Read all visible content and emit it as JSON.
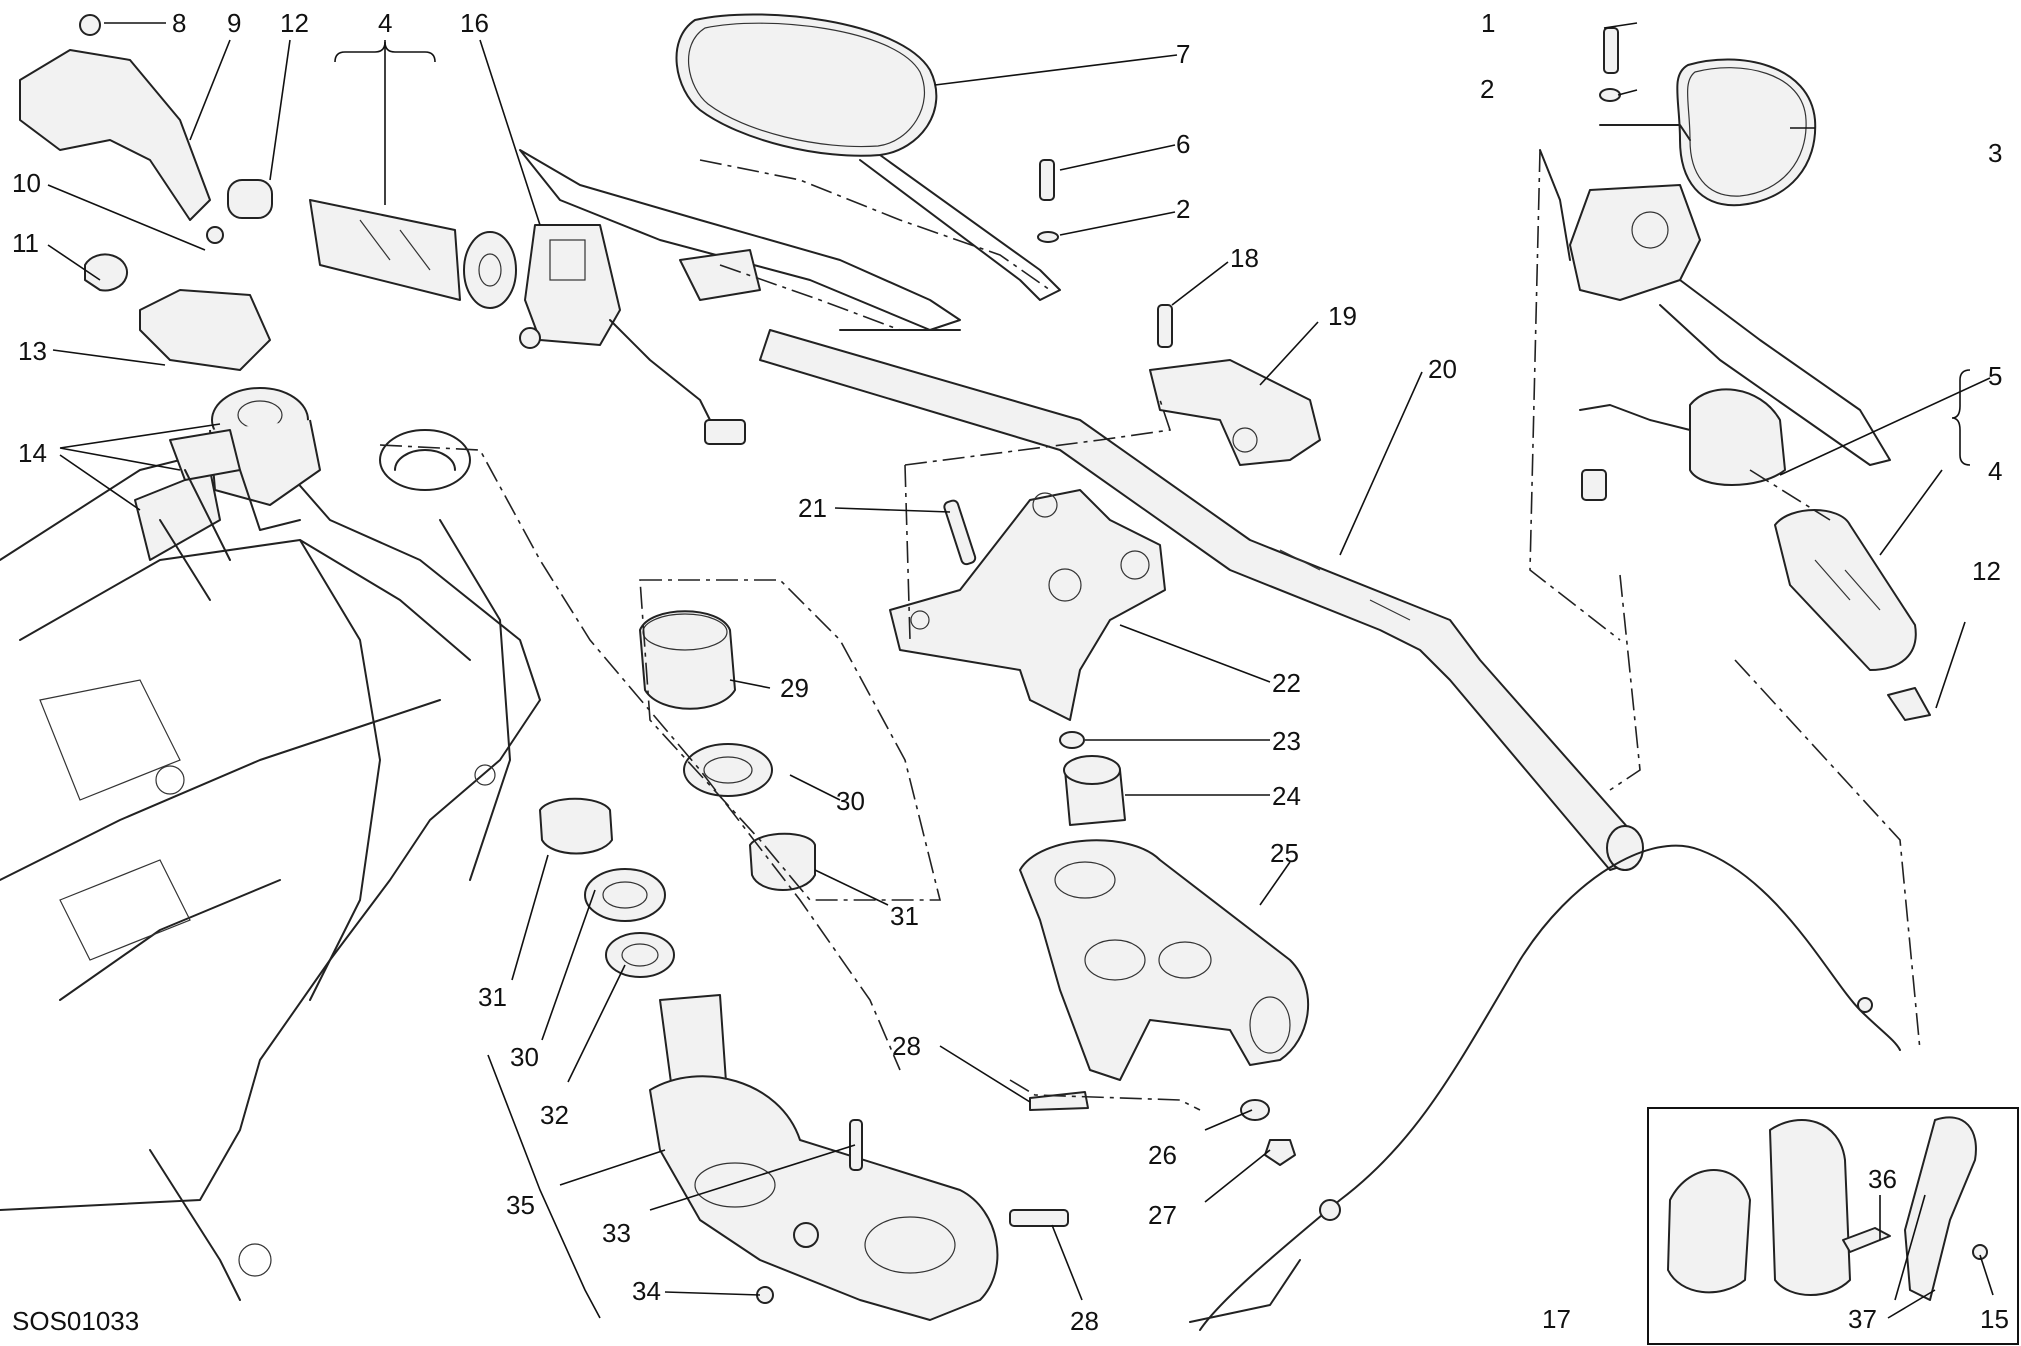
{
  "drawing_code": "SOS01033",
  "callouts": [
    {
      "id": "c1",
      "label": "1"
    },
    {
      "id": "c2a",
      "label": "2"
    },
    {
      "id": "c2b",
      "label": "2"
    },
    {
      "id": "c3",
      "label": "3"
    },
    {
      "id": "c4a",
      "label": "4"
    },
    {
      "id": "c4b",
      "label": "4"
    },
    {
      "id": "c5",
      "label": "5"
    },
    {
      "id": "c6",
      "label": "6"
    },
    {
      "id": "c7",
      "label": "7"
    },
    {
      "id": "c8",
      "label": "8"
    },
    {
      "id": "c9",
      "label": "9"
    },
    {
      "id": "c10",
      "label": "10"
    },
    {
      "id": "c11",
      "label": "11"
    },
    {
      "id": "c12a",
      "label": "12"
    },
    {
      "id": "c12b",
      "label": "12"
    },
    {
      "id": "c13",
      "label": "13"
    },
    {
      "id": "c14",
      "label": "14"
    },
    {
      "id": "c15",
      "label": "15"
    },
    {
      "id": "c16",
      "label": "16"
    },
    {
      "id": "c17",
      "label": "17"
    },
    {
      "id": "c18",
      "label": "18"
    },
    {
      "id": "c19",
      "label": "19"
    },
    {
      "id": "c20",
      "label": "20"
    },
    {
      "id": "c21",
      "label": "21"
    },
    {
      "id": "c22",
      "label": "22"
    },
    {
      "id": "c23",
      "label": "23"
    },
    {
      "id": "c24",
      "label": "24"
    },
    {
      "id": "c25",
      "label": "25"
    },
    {
      "id": "c26",
      "label": "26"
    },
    {
      "id": "c27",
      "label": "27"
    },
    {
      "id": "c28a",
      "label": "28"
    },
    {
      "id": "c28b",
      "label": "28"
    },
    {
      "id": "c29",
      "label": "29"
    },
    {
      "id": "c30a",
      "label": "30"
    },
    {
      "id": "c30b",
      "label": "30"
    },
    {
      "id": "c31a",
      "label": "31"
    },
    {
      "id": "c31b",
      "label": "31"
    },
    {
      "id": "c32",
      "label": "32"
    },
    {
      "id": "c33",
      "label": "33"
    },
    {
      "id": "c34",
      "label": "34"
    },
    {
      "id": "c35",
      "label": "35"
    },
    {
      "id": "c36",
      "label": "36"
    },
    {
      "id": "c37",
      "label": "37"
    }
  ]
}
